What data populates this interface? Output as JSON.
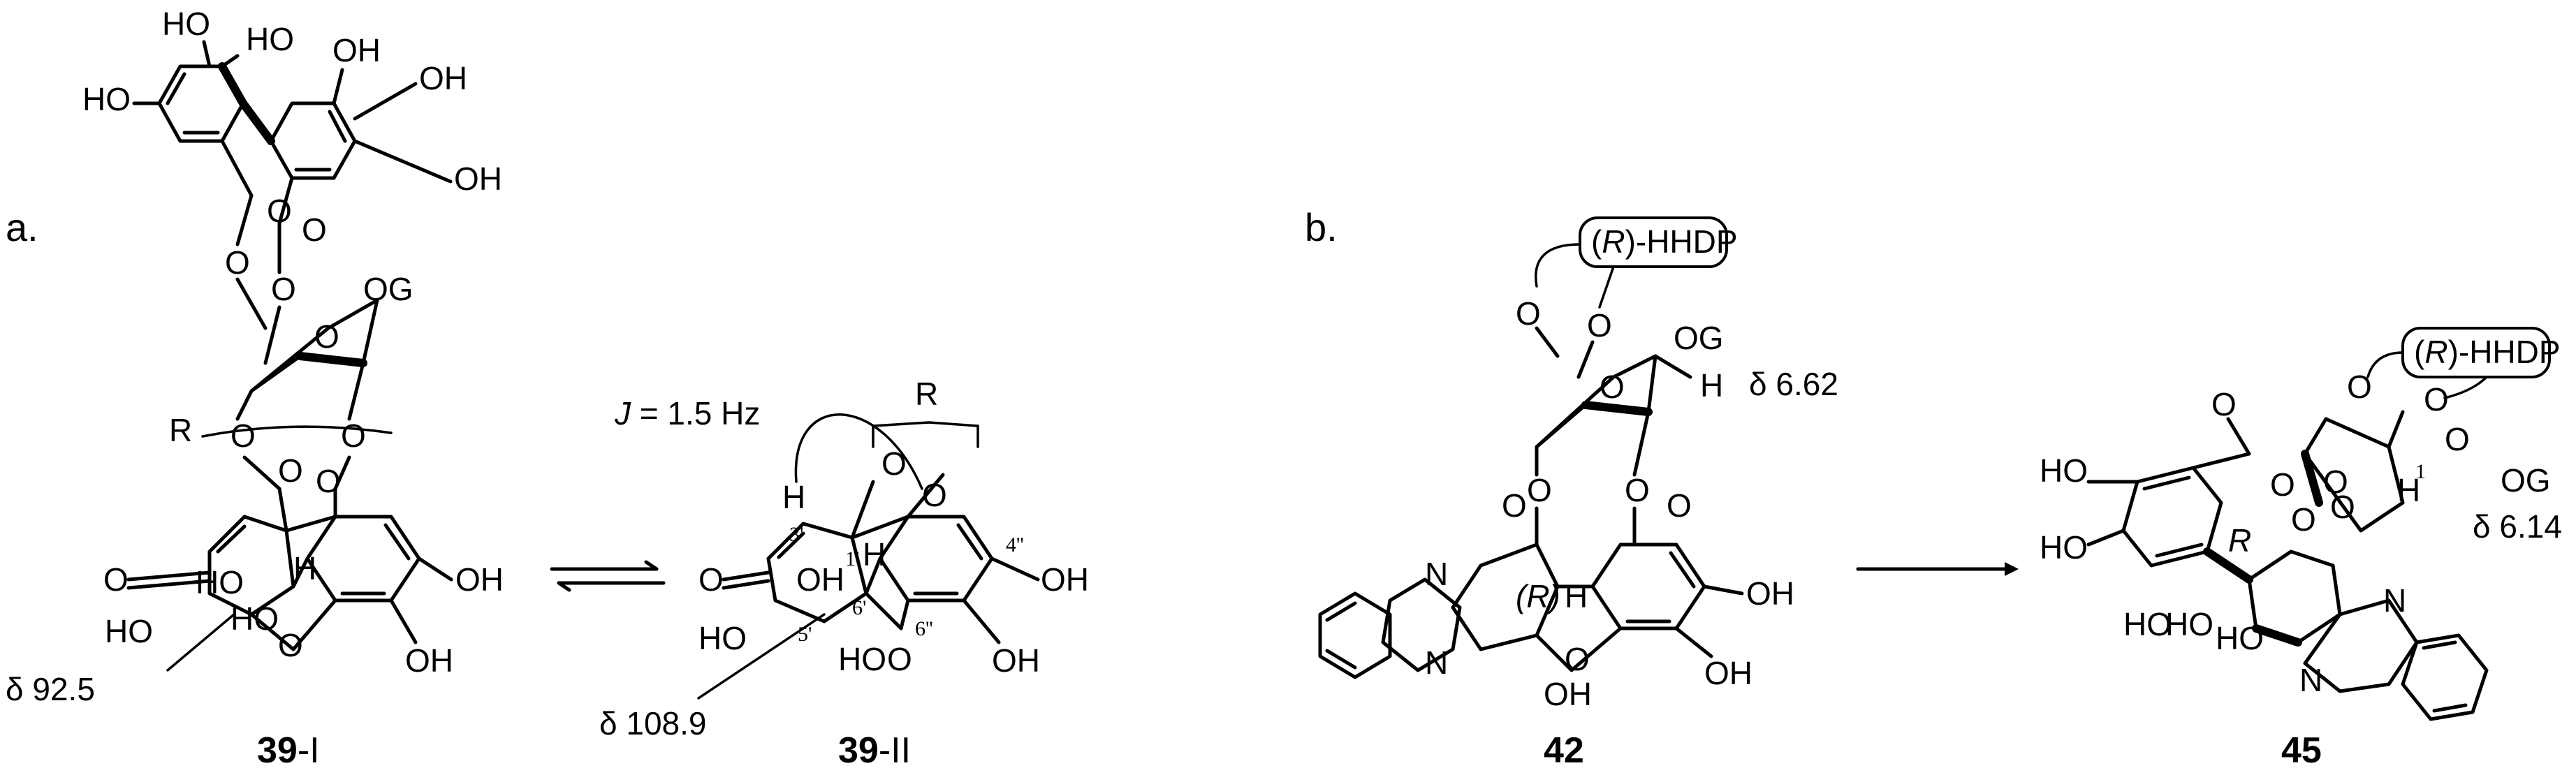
{
  "panels": {
    "a": "a.",
    "b": "b."
  },
  "compounds": {
    "c39I": {
      "num": "39",
      "suffix": "-I"
    },
    "c39II": {
      "num": "39",
      "suffix": "-II"
    },
    "c42": {
      "num": "42"
    },
    "c45": {
      "num": "45"
    }
  },
  "nmr": {
    "d925": "δ 92.5",
    "d1089": "δ 108.9",
    "d662": "δ 6.62",
    "d614": "δ 6.14",
    "coupling_J": "J",
    "coupling_value": " = 1.5 Hz"
  },
  "groups": {
    "hhdp_R": "R",
    "hhdp_rest": "-HHDP",
    "og": "OG",
    "oh": "OH",
    "ho": "HO",
    "o": "O",
    "h": "H",
    "n": "N",
    "r": "R",
    "r_italic_paren": "(R)",
    "c1": "1"
  },
  "positions": {
    "p3p": "3'",
    "p1p": "1'",
    "p5p": "5'",
    "p6p": "6'",
    "p6pp": "6''",
    "p4pp": "4''"
  }
}
